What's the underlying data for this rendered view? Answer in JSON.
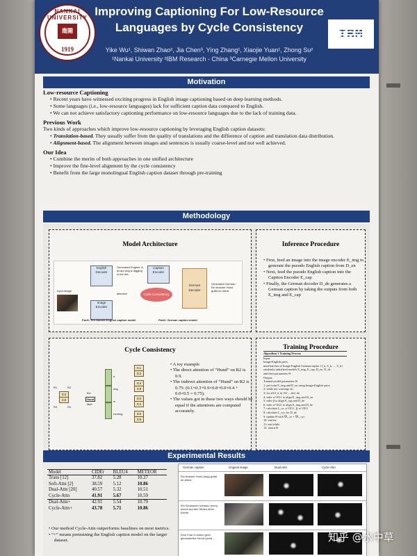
{
  "poster": {
    "title_line1": "Improving Captioning For Low-Resource",
    "title_line2": "Languages by Cycle Consistency",
    "authors": "Yike Wu¹, Shiwan Zhao², Jia Chen³, Ying Zhang¹, Xiaojie Yuan¹, Zhong Su²",
    "affiliations": "¹Nankai University  ²IBM Research - China  ³Carnegie Mellon University",
    "logo_left": {
      "arc_text": "NANKAI UNIVERSITY",
      "seal_text": "南開",
      "year": "1919"
    },
    "logo_right": {
      "text": "IBM",
      "color": "#1f4a99"
    },
    "banner_color": "#233f7a"
  },
  "motivation": {
    "header": "Motivation",
    "low_resource": {
      "title": "Low-resource Captioning",
      "bullets": [
        "Recent years have witnessed exciting progress in English image captioning based on deep learning methods.",
        "Some languages (i.e., low-resource languages) lack for sufficient caption data compared to English.",
        "We can not achieve satisfactory captioning performance on low-resource languages due to the lack of training data."
      ]
    },
    "previous_work": {
      "title": "Previous Work",
      "intro": "Two kinds of approaches which improve low-resource captioning by leveraging English caption datasets:",
      "items": [
        {
          "name": "Translation-based.",
          "text": "They usually suffer from the quality of translations and the difference of caption and translation data distribution."
        },
        {
          "name": "Alignment-based.",
          "text": "The alignment between images and sentences is usually coarse-level and not well achieved."
        }
      ]
    },
    "our_idea": {
      "title": "Our Idea",
      "bullets": [
        "Combine the merits of both approaches in one unified architecture",
        "Improve the fine-level alignment by the cycle consistency",
        "Benefit from the large monolingual English caption dataset through pre-training"
      ]
    }
  },
  "methodology": {
    "header": "Methodology",
    "model_architecture": {
      "title": "Model Architecture",
      "labels": {
        "english_decoder": "English Decoder",
        "caption_encoder": "Caption Encoder",
        "image_encoder": "Image Encoder",
        "german_decoder": "German Decoder",
        "cycle_consistency": "Cycle Consistency",
        "generated_english": "Generated English: A brown dog is digging in the dirt.",
        "generated_german": "Generated German: Ein brauner Hund gräbt im dreck.",
        "input_image": "Input image",
        "attention": "attention",
        "part1": "Part1: Pre-trained English caption model",
        "part2": "Part2: German caption model"
      }
    },
    "inference": {
      "title": "Inference Procedure",
      "steps": [
        "First, feed an image into the image encoder E_img to generate the pseudo English caption from D_en",
        "Next, feed the pseudo English caption into the Caption Encoder E_cap",
        "Finally, the German decoder D_de generates a German caption by taking the outputs from both E_img and E_cap"
      ]
    },
    "cycle_consistency": {
      "title": "Cycle Consistency",
      "steps": [
        "A toy example",
        "The direct attention of “Hund” on R2 is 0.9.",
        "The indirect attention of “Hund” on R2 is 0.75: (0.1×0.3+0.9×0.8+0.0×0.4 + 0.0×0.5 = 0.75).",
        "The values got in these two ways should be equal if the attentions are computed accurately."
      ],
      "regions": [
        "R1",
        "R2",
        "R3",
        "R4"
      ],
      "words": [
        "a",
        "dog",
        "is",
        "running"
      ],
      "german_words": [
        "Ein",
        "Hund",
        "läuft"
      ],
      "region_values": [
        [
          "0.1",
          "0.4",
          "0.0",
          "0.0"
        ],
        [
          "0.3",
          "0.8",
          "0.4",
          "0.5"
        ]
      ]
    },
    "training": {
      "title": "Training Procedure",
      "algorithm_title": "Algorithm 1 Training Process",
      "lines": [
        "Input:",
        "Image-English pairs,",
        "mini-batches of Image-English-German triples {I_k, S_k, ..., S_k}",
        "randomly initialized models E_img, E_cap, D_en, D_de",
        "and their parameters Θ",
        "Output:",
        "Trained model parameters Θ",
        "1: pre-train E_img and D_en using Image-English pairs",
        "2: while not converge do",
        "3:   for all S_k in {S1,...,Sn} do",
        "4:     infer α^{E1} to align E_img and D_en",
        "5:     infer β to align E_cap and D_de",
        "6:     infer α^{E2} to align E_img and D_de",
        "7:     calculate L_ce, α^{E1}, β, α^{E2}",
        "8:     calculate L_cyc for D_de",
        "9:     update Θ with ∇L_ce + ∇L_cyc",
        "10:  end for",
        "11: end while",
        "12: return Θ"
      ]
    }
  },
  "results": {
    "header": "Experimental Results",
    "columns": [
      "Model",
      "CIDEr",
      "BLEU4",
      "METEOR"
    ],
    "rows": [
      [
        "Trans [12]",
        "37.82",
        "5.28",
        "10.27"
      ],
      [
        "Soft-Attn [2]",
        "38.59",
        "5.12",
        "10.86"
      ],
      [
        "Dual-Attn [20]",
        "40.57",
        "5.32",
        "10.51"
      ],
      [
        "Cycle-Attn",
        "41.91",
        "5.67",
        "10.59"
      ],
      [
        "Dual-Attn+",
        "42.91",
        "5.54",
        "10.79"
      ],
      [
        "Cycle-Attn+",
        "43.78",
        "5.71",
        "10.86"
      ]
    ],
    "notes": [
      "Our method Cycle-Attn outperforms baselines on most metrics.",
      "“+” means pretraining the English caption model on the larger dataset."
    ],
    "attention_table": {
      "headers": [
        "German caption",
        "Original image",
        "Dual-Attn",
        "Cycle-Attn"
      ],
      "captions": [
        "Ein brauner Hund (dog) gräbt im dreck.",
        "Ein Schwarzer schwarz (men) einem auf den Stufen einer Kirche",
        "Eine Frau in einem grün gemusterten Hemd (shirt) ..."
      ]
    }
  },
  "watermark": "知乎 @水中草"
}
